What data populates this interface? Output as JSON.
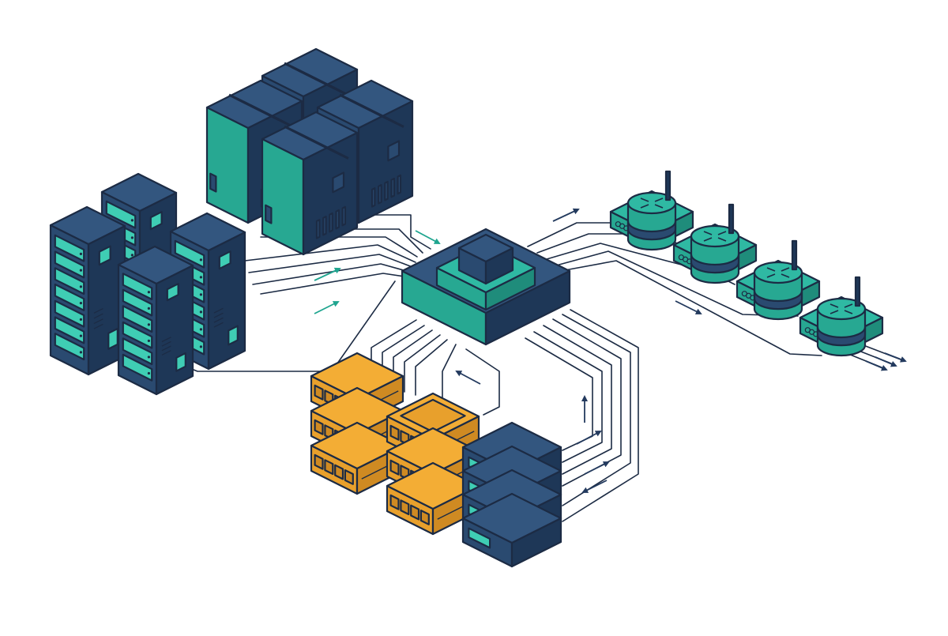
{
  "colors": {
    "navy_top": "#33567f",
    "navy_left": "#2a4a70",
    "navy_right": "#1e3757",
    "teal_top": "#2fb9a3",
    "teal_left": "#27a892",
    "teal_right": "#1f8c7b",
    "amber_top": "#f3ad35",
    "amber_left": "#e8a02c",
    "amber_right": "#cf8a22",
    "slot": "#3fcdb4",
    "outline": "#1c2b44",
    "background": "#ffffff"
  },
  "icons": {
    "hub": "core-switch-icon",
    "router": "router-icon",
    "server": "server-rack-icon",
    "storage": "storage-array-icon"
  },
  "counts": {
    "left_rack_servers": 4,
    "top_cabinets": 4,
    "routers": 4,
    "storage_stacks": 2,
    "bottom_servers": 1
  }
}
